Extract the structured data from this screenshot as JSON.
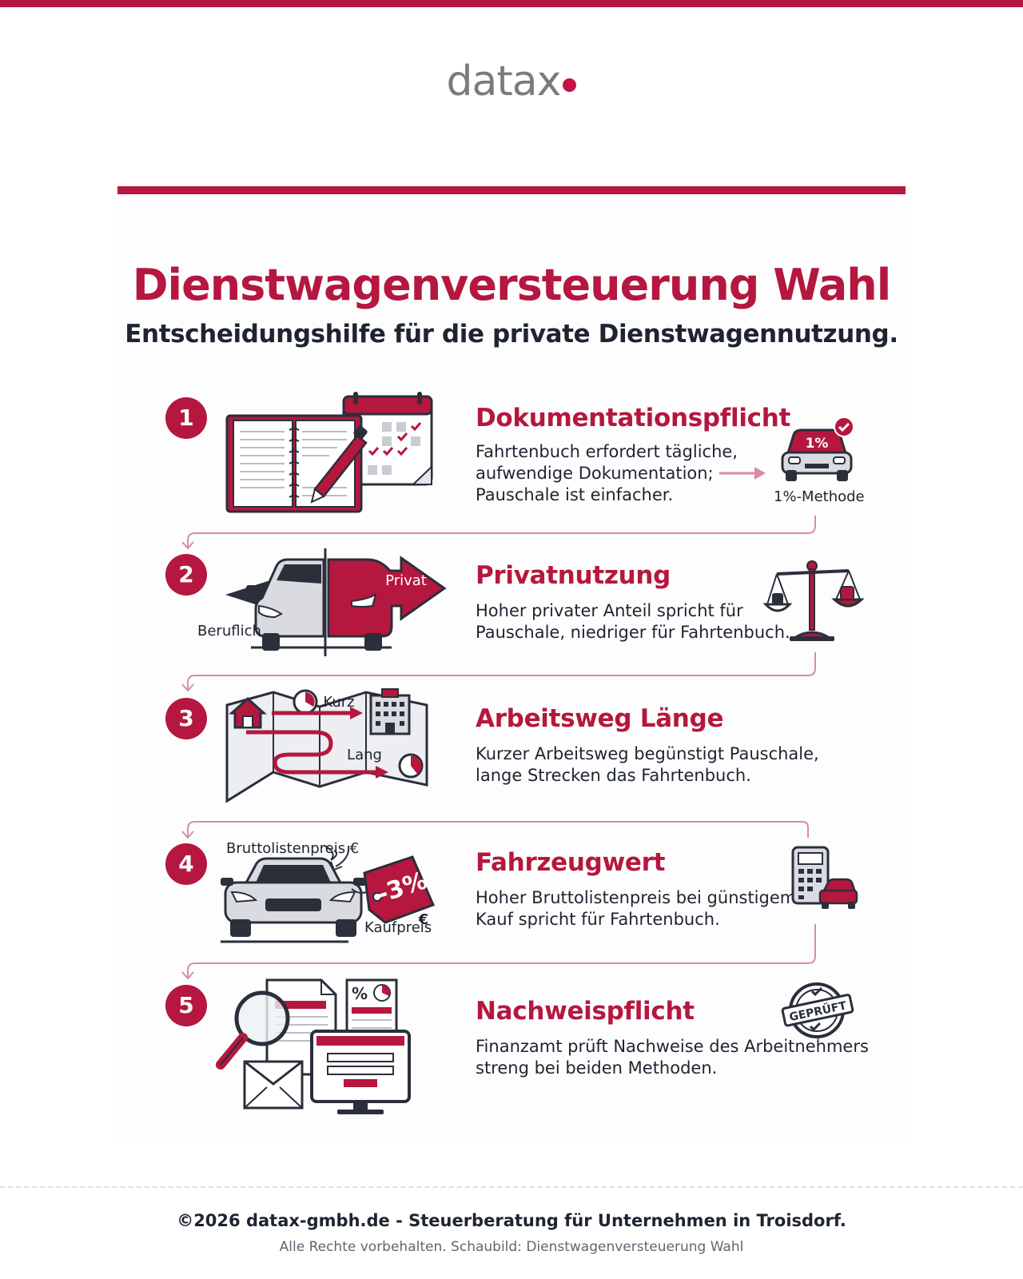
{
  "brand": {
    "name": "datax",
    "accent": "#b5173f",
    "dark": "#1e2430"
  },
  "header": {
    "title": "Dienstwagenversteuerung Wahl",
    "subtitle": "Entscheidungshilfe für die private Dienstwagennutzung."
  },
  "steps": [
    {
      "number": "1",
      "title": "Dokumentationspflicht",
      "lines": [
        "Fahrtenbuch erfordert tägliche,",
        "aufwendige Dokumentation;",
        "Pauschale ist einfacher."
      ],
      "illustration_icons": [
        "logbook-icon",
        "pen-icon",
        "calendar-icon"
      ],
      "side_icon": "percent-car-icon",
      "side_badge": "1%",
      "side_label": "1%-Methode"
    },
    {
      "number": "2",
      "title": "Privatnutzung",
      "lines": [
        "Hoher privater Anteil spricht für",
        "Pauschale, niedriger für Fahrtenbuch."
      ],
      "illustration_icons": [
        "car-icon",
        "arrow-left-icon",
        "arrow-right-icon"
      ],
      "label_left": "Beruflich",
      "label_right": "Privat",
      "side_icon": "scale-icon"
    },
    {
      "number": "3",
      "title": "Arbeitsweg Länge",
      "lines": [
        "Kurzer Arbeitsweg begünstigt Pauschale,",
        "lange Strecken das Fahrtenbuch."
      ],
      "illustration_icons": [
        "map-icon",
        "house-icon",
        "office-building-icon",
        "clock-icon"
      ],
      "label_short": "Kurz",
      "label_long": "Lang"
    },
    {
      "number": "4",
      "title": "Fahrzeugwert",
      "lines": [
        "Hoher Bruttolistenpreis bei günstigem",
        "Kauf spricht für Fahrtenbuch."
      ],
      "illustration_icons": [
        "car-front-icon",
        "price-tag-icon"
      ],
      "label_list_price": "Bruttolistenpreis €",
      "tag_text": "-3%",
      "tag_euro": "€",
      "label_purchase": "Kaufpreis",
      "side_icon": "calculator-car-icon"
    },
    {
      "number": "5",
      "title": "Nachweispflicht",
      "lines": [
        "Finanzamt prüft Nachweise des Arbeitnehmers",
        "streng bei beiden Methoden."
      ],
      "illustration_icons": [
        "magnifier-icon",
        "document-icon",
        "envelope-icon",
        "monitor-icon"
      ],
      "illus_percent": "%",
      "side_icon": "approved-stamp-icon",
      "side_stamp": "GEPRÜFT"
    }
  ],
  "footer": {
    "main": "©2026 datax-gmbh.de - Steuerberatung für Unternehmen in Troisdorf.",
    "sub": "Alle Rechte vorbehalten. Schaubild: Dienstwagenversteuerung Wahl"
  }
}
